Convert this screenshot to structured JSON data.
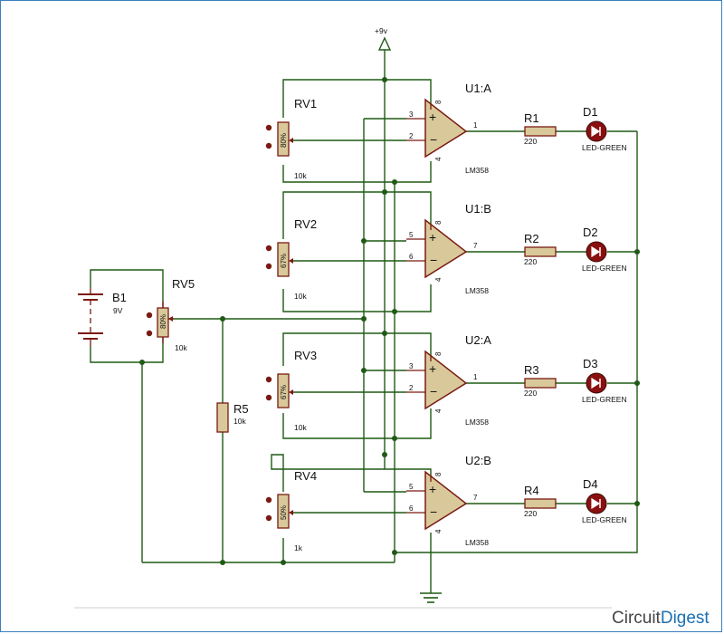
{
  "supply": "+9v",
  "battery": {
    "ref": "B1",
    "value": "9V"
  },
  "reference_pot": {
    "ref": "RV5",
    "value": "10k",
    "knob": "80%"
  },
  "resistor_r5": {
    "ref": "R5",
    "value": "10k"
  },
  "stages": [
    {
      "opamp": "U1:A",
      "part": "LM358",
      "pot": "RV1",
      "pot_value": "10k",
      "pot_knob": "80%",
      "pin_plus": "3",
      "pin_minus": "2",
      "pin_out": "1",
      "resistor": "R1",
      "resistor_value": "220",
      "led": "D1",
      "led_type": "LED-GREEN"
    },
    {
      "opamp": "U1:B",
      "part": "LM358",
      "pot": "RV2",
      "pot_value": "10k",
      "pot_knob": "67%",
      "pin_plus": "5",
      "pin_minus": "6",
      "pin_out": "7",
      "resistor": "R2",
      "resistor_value": "220",
      "led": "D2",
      "led_type": "LED-GREEN"
    },
    {
      "opamp": "U2:A",
      "part": "LM358",
      "pot": "RV3",
      "pot_value": "10k",
      "pot_knob": "67%",
      "pin_plus": "3",
      "pin_minus": "2",
      "pin_out": "1",
      "resistor": "R3",
      "resistor_value": "220",
      "led": "D3",
      "led_type": "LED-GREEN"
    },
    {
      "opamp": "U2:B",
      "part": "LM358",
      "pot": "RV4",
      "pot_value": "1k",
      "pot_knob": "50%",
      "pin_plus": "5",
      "pin_minus": "6",
      "pin_out": "7",
      "resistor": "R4",
      "resistor_value": "220",
      "led": "D4",
      "led_type": "LED-GREEN"
    }
  ],
  "pin_vcc": "8",
  "pin_gnd": "4",
  "brand": {
    "name": "CircuitDigest",
    "part1": "Circuit",
    "part2": "Digest",
    "color1": "#444444",
    "color2": "#1a6fb3"
  }
}
